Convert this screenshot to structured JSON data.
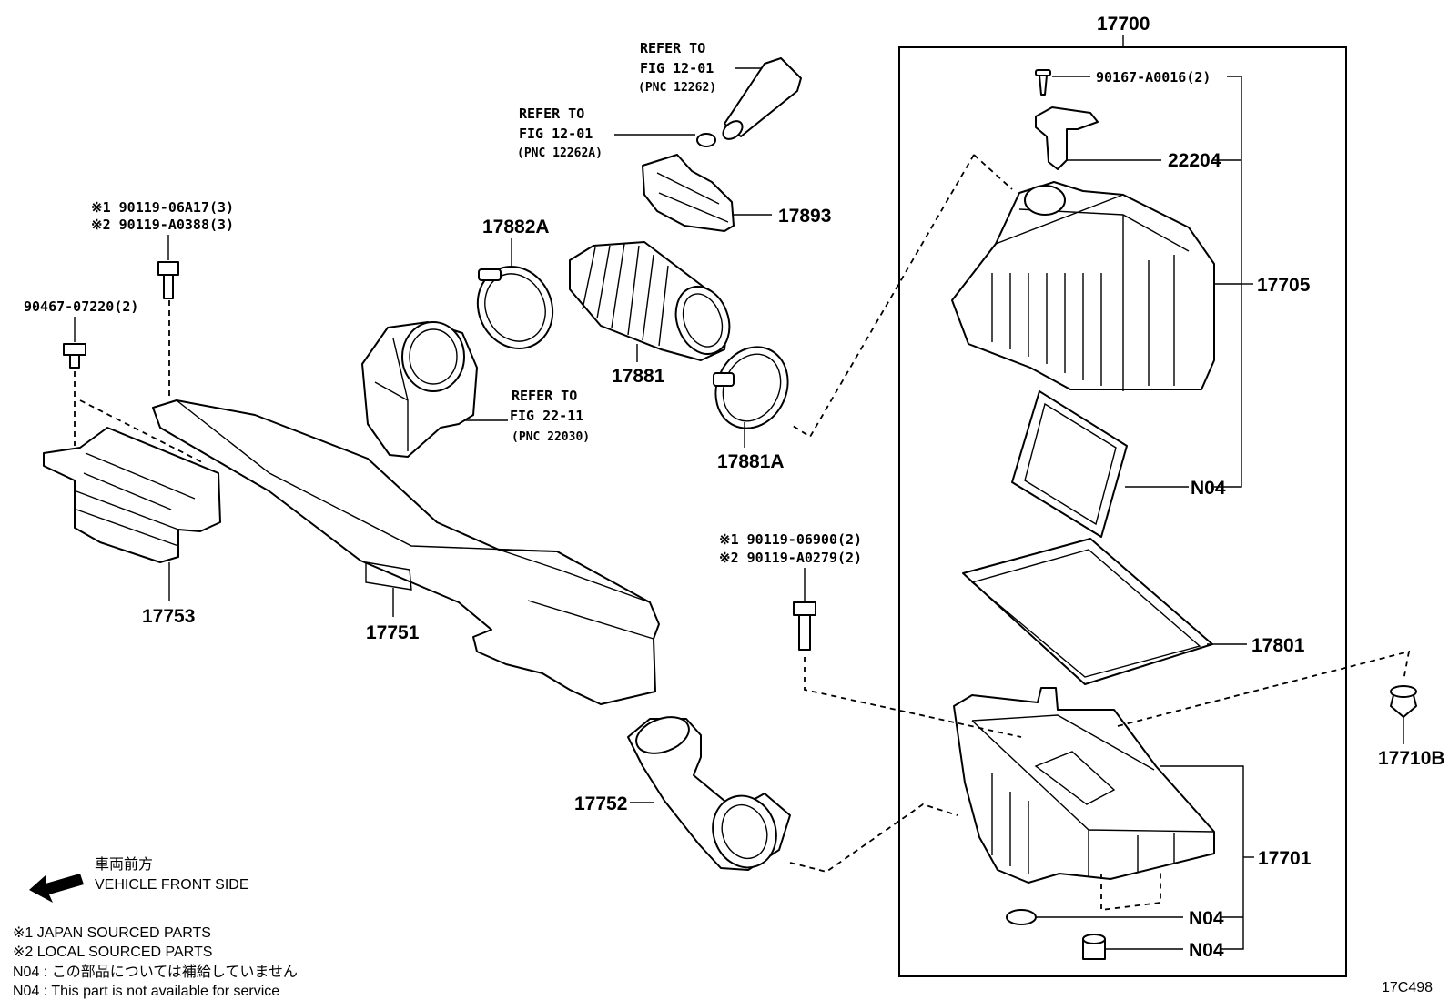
{
  "parts": {
    "p17700": "17700",
    "p90167": "90167-A0016(2)",
    "p22204": "22204",
    "p17705": "17705",
    "p_n04_a": "N04",
    "p17801": "17801",
    "p17701": "17701",
    "p_n04_b": "N04",
    "p_n04_c": "N04",
    "p17710b": "17710B",
    "p17893": "17893",
    "p17882a": "17882A",
    "p17881": "17881",
    "p17881a": "17881A",
    "p17753": "17753",
    "p17751": "17751",
    "p17752": "17752",
    "p90467": "90467-07220(2)"
  },
  "refs": {
    "top": {
      "line1": "REFER TO",
      "line2": "FIG 12-01",
      "line3": "(PNC 12262)"
    },
    "mid": {
      "line1": "REFER TO",
      "line2": "FIG 12-01",
      "line3": "(PNC 12262A)"
    },
    "throttle": {
      "line1": "REFER TO",
      "line2": "FIG 22-11",
      "line3": "(PNC 22030)"
    }
  },
  "bolts": {
    "left": {
      "a": "※1 90119-06A17(3)",
      "b": "※2 90119-A0388(3)"
    },
    "right": {
      "a": "※1 90119-06900(2)",
      "b": "※2 90119-A0279(2)"
    }
  },
  "legend": {
    "front_jp": "車両前方",
    "front_en": "VEHICLE FRONT SIDE",
    "note1": "※1  JAPAN SOURCED PARTS",
    "note2": "※2  LOCAL SOURCED PARTS",
    "n04_jp": "N04 : この部品については補給していません",
    "n04_en": "N04 : This part is not available for service"
  },
  "figure_code": "17C498"
}
